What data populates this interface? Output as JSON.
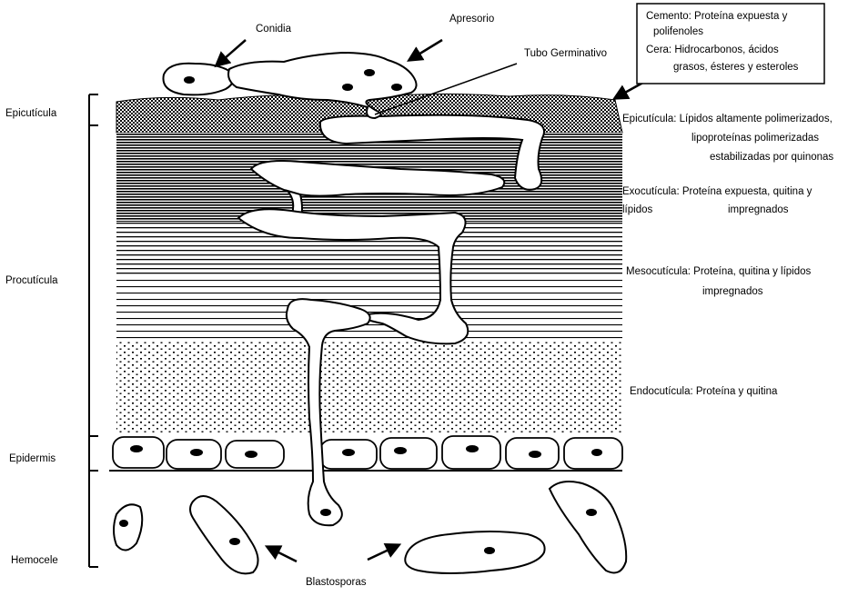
{
  "left_labels": {
    "epicuticula": "Epicutícula",
    "procuticula": "Procutícula",
    "epidermis": "Epidermis",
    "hemocele": "Hemocele"
  },
  "top_labels": {
    "conidia": "Conidia",
    "apresorio": "Apresorio",
    "tubo_germinativo": "Tubo Germinativo"
  },
  "callout": {
    "line1": "Cemento: Proteína expuesta y",
    "line2": "polifenoles",
    "line3": "Cera: Hidrocarbonos, ácidos",
    "line4": "grasos, ésteres y esteroles"
  },
  "right_labels": {
    "epicuticula_1": "Epicutícula: Lípidos altamente polimerizados,",
    "epicuticula_2": "lipoproteínas polimerizadas",
    "epicuticula_3": "estabilizadas por quinonas",
    "exocuticula_1": "Exocutícula: Proteína expuesta, quitina y",
    "exocuticula_2": "lípidos",
    "exocuticula_3": "impregnados",
    "mesocuticula_1": "Mesocutícula: Proteína, quitina y lípidos",
    "mesocuticula_2": "impregnados",
    "endocuticula_1": "Endocutícula: Proteína y quitina"
  },
  "bottom_label": "Blastosporas"
}
